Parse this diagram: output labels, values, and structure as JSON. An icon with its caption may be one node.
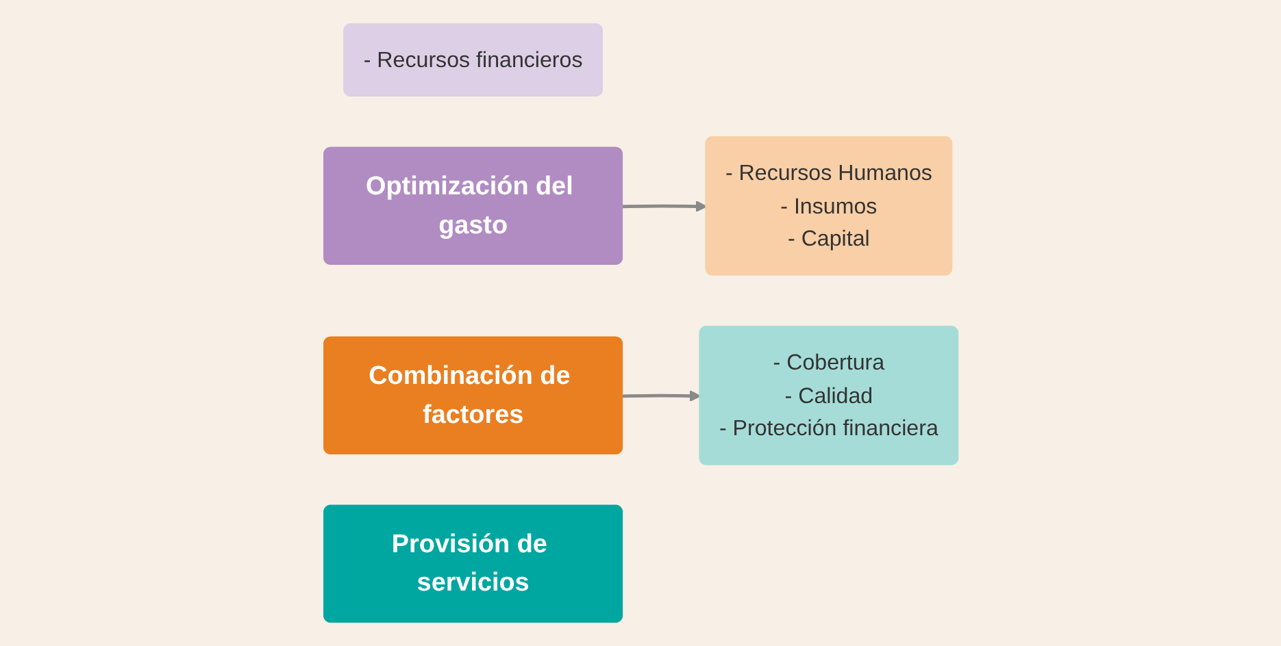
{
  "diagram": {
    "nodes": [
      {
        "text": [
          "- Recursos financieros"
        ]
      },
      {
        "text": [
          "Optimización del gasto"
        ]
      },
      {
        "text": [
          "- Recursos Humanos",
          "- Insumos",
          "- Capital"
        ]
      },
      {
        "text": [
          "Combinación de factores"
        ]
      },
      {
        "text": [
          "- Cobertura",
          "- Calidad",
          "- Protección financiera"
        ]
      },
      {
        "text": [
          "Provisión de servicios"
        ]
      }
    ],
    "edges": [
      {
        "from": 1,
        "to": 2,
        "arrow": "to"
      },
      {
        "from": 3,
        "to": 4,
        "arrow": "to"
      }
    ]
  }
}
